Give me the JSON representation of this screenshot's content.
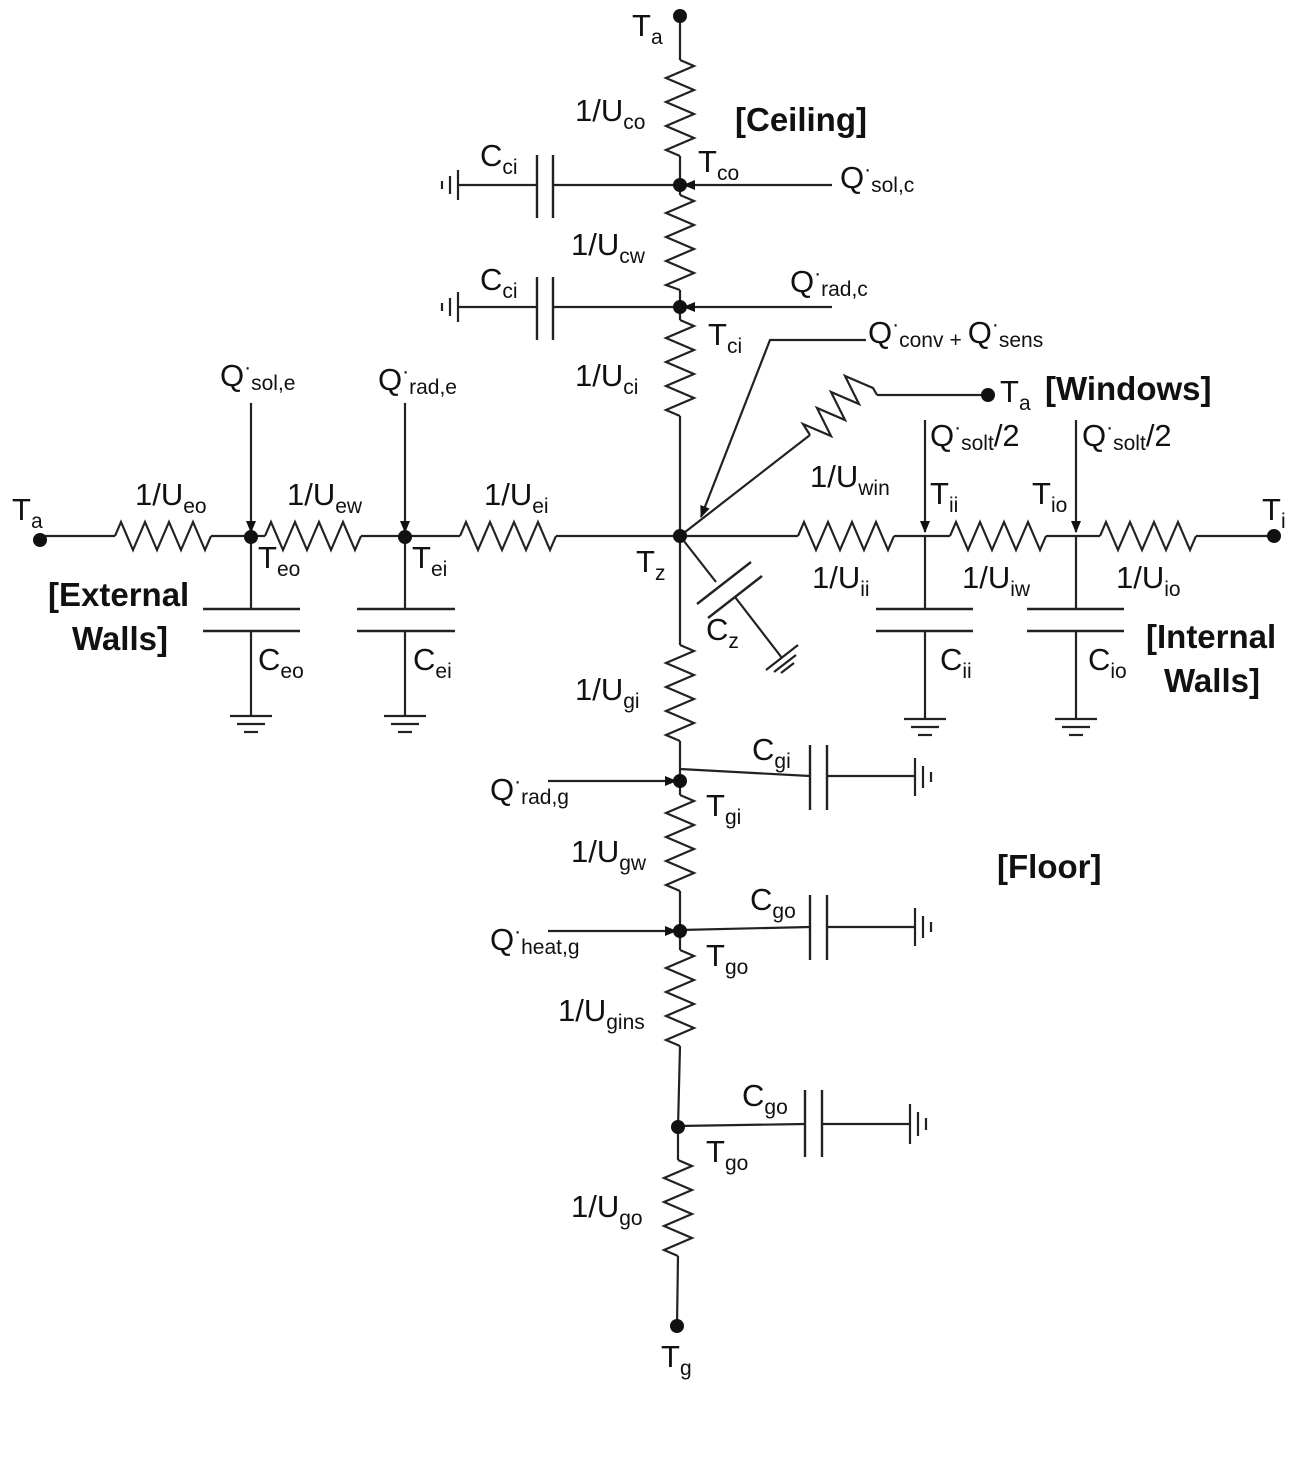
{
  "headings": {
    "ceiling": "[Ceiling]",
    "windows": "[Windows]",
    "external_walls_1": "[External",
    "external_walls_2": "Walls]",
    "internal_walls_1": "[Internal",
    "internal_walls_2": "Walls]",
    "floor": "[Floor]"
  },
  "nodes": {
    "ta_top": {
      "main": "T",
      "sub": "a"
    },
    "ta_left": {
      "main": "T",
      "sub": "a"
    },
    "ta_win": {
      "main": "T",
      "sub": "a"
    },
    "ti_right": {
      "main": "T",
      "sub": "i"
    },
    "tg_bottom": {
      "main": "T",
      "sub": "g"
    },
    "tco": {
      "main": "T",
      "sub": "co"
    },
    "tci": {
      "main": "T",
      "sub": "ci"
    },
    "tz": {
      "main": "T",
      "sub": "z"
    },
    "teo": {
      "main": "T",
      "sub": "eo"
    },
    "tei": {
      "main": "T",
      "sub": "ei"
    },
    "tii": {
      "main": "T",
      "sub": "ii"
    },
    "tio": {
      "main": "T",
      "sub": "io"
    },
    "tgi": {
      "main": "T",
      "sub": "gi"
    },
    "tgo1": {
      "main": "T",
      "sub": "go"
    },
    "tgo2": {
      "main": "T",
      "sub": "go"
    }
  },
  "resistors": {
    "uco": {
      "main": "1/U",
      "sub": "co"
    },
    "ucw": {
      "main": "1/U",
      "sub": "cw"
    },
    "uci": {
      "main": "1/U",
      "sub": "ci"
    },
    "ueo": {
      "main": "1/U",
      "sub": "eo"
    },
    "uew": {
      "main": "1/U",
      "sub": "ew"
    },
    "uei": {
      "main": "1/U",
      "sub": "ei"
    },
    "uwin": {
      "main": "1/U",
      "sub": "win"
    },
    "uii": {
      "main": "1/U",
      "sub": "ii"
    },
    "uiw": {
      "main": "1/U",
      "sub": "iw"
    },
    "uio": {
      "main": "1/U",
      "sub": "io"
    },
    "ugi": {
      "main": "1/U",
      "sub": "gi"
    },
    "ugw": {
      "main": "1/U",
      "sub": "gw"
    },
    "ugins": {
      "main": "1/U",
      "sub": "gins"
    },
    "ugo": {
      "main": "1/U",
      "sub": "go"
    }
  },
  "capacitors": {
    "cci1": {
      "main": "C",
      "sub": "ci"
    },
    "cci2": {
      "main": "C",
      "sub": "ci"
    },
    "ceo": {
      "main": "C",
      "sub": "eo"
    },
    "cei": {
      "main": "C",
      "sub": "ei"
    },
    "cz": {
      "main": "C",
      "sub": "z"
    },
    "cii": {
      "main": "C",
      "sub": "ii"
    },
    "cio": {
      "main": "C",
      "sub": "io"
    },
    "cgi": {
      "main": "C",
      "sub": "gi"
    },
    "cgo1": {
      "main": "C",
      "sub": "go"
    },
    "cgo2": {
      "main": "C",
      "sub": "go"
    }
  },
  "heat_flows": {
    "sol_c": {
      "main": "Q",
      "sup": "·",
      "sub": "sol,c"
    },
    "rad_c": {
      "main": "Q",
      "sup": "·",
      "sub": "rad,c"
    },
    "conv": {
      "main": "Q",
      "sup": "·",
      "sub": "conv"
    },
    "plus": "+",
    "sens": {
      "main": "Q",
      "sup": "·",
      "sub": "sens"
    },
    "sol_e": {
      "main": "Q",
      "sup": "·",
      "sub": "sol,e"
    },
    "rad_e": {
      "main": "Q",
      "sup": "·",
      "sub": "rad,e"
    },
    "solt_1": {
      "main": "Q",
      "sup": "·",
      "sub": "solt",
      "tail": "/2"
    },
    "solt_2": {
      "main": "Q",
      "sup": "·",
      "sub": "solt",
      "tail": "/2"
    },
    "rad_g": {
      "main": "Q",
      "sup": "·",
      "sub": "rad,g"
    },
    "heat_g": {
      "main": "Q",
      "sup": "·",
      "sub": "heat,g"
    }
  }
}
